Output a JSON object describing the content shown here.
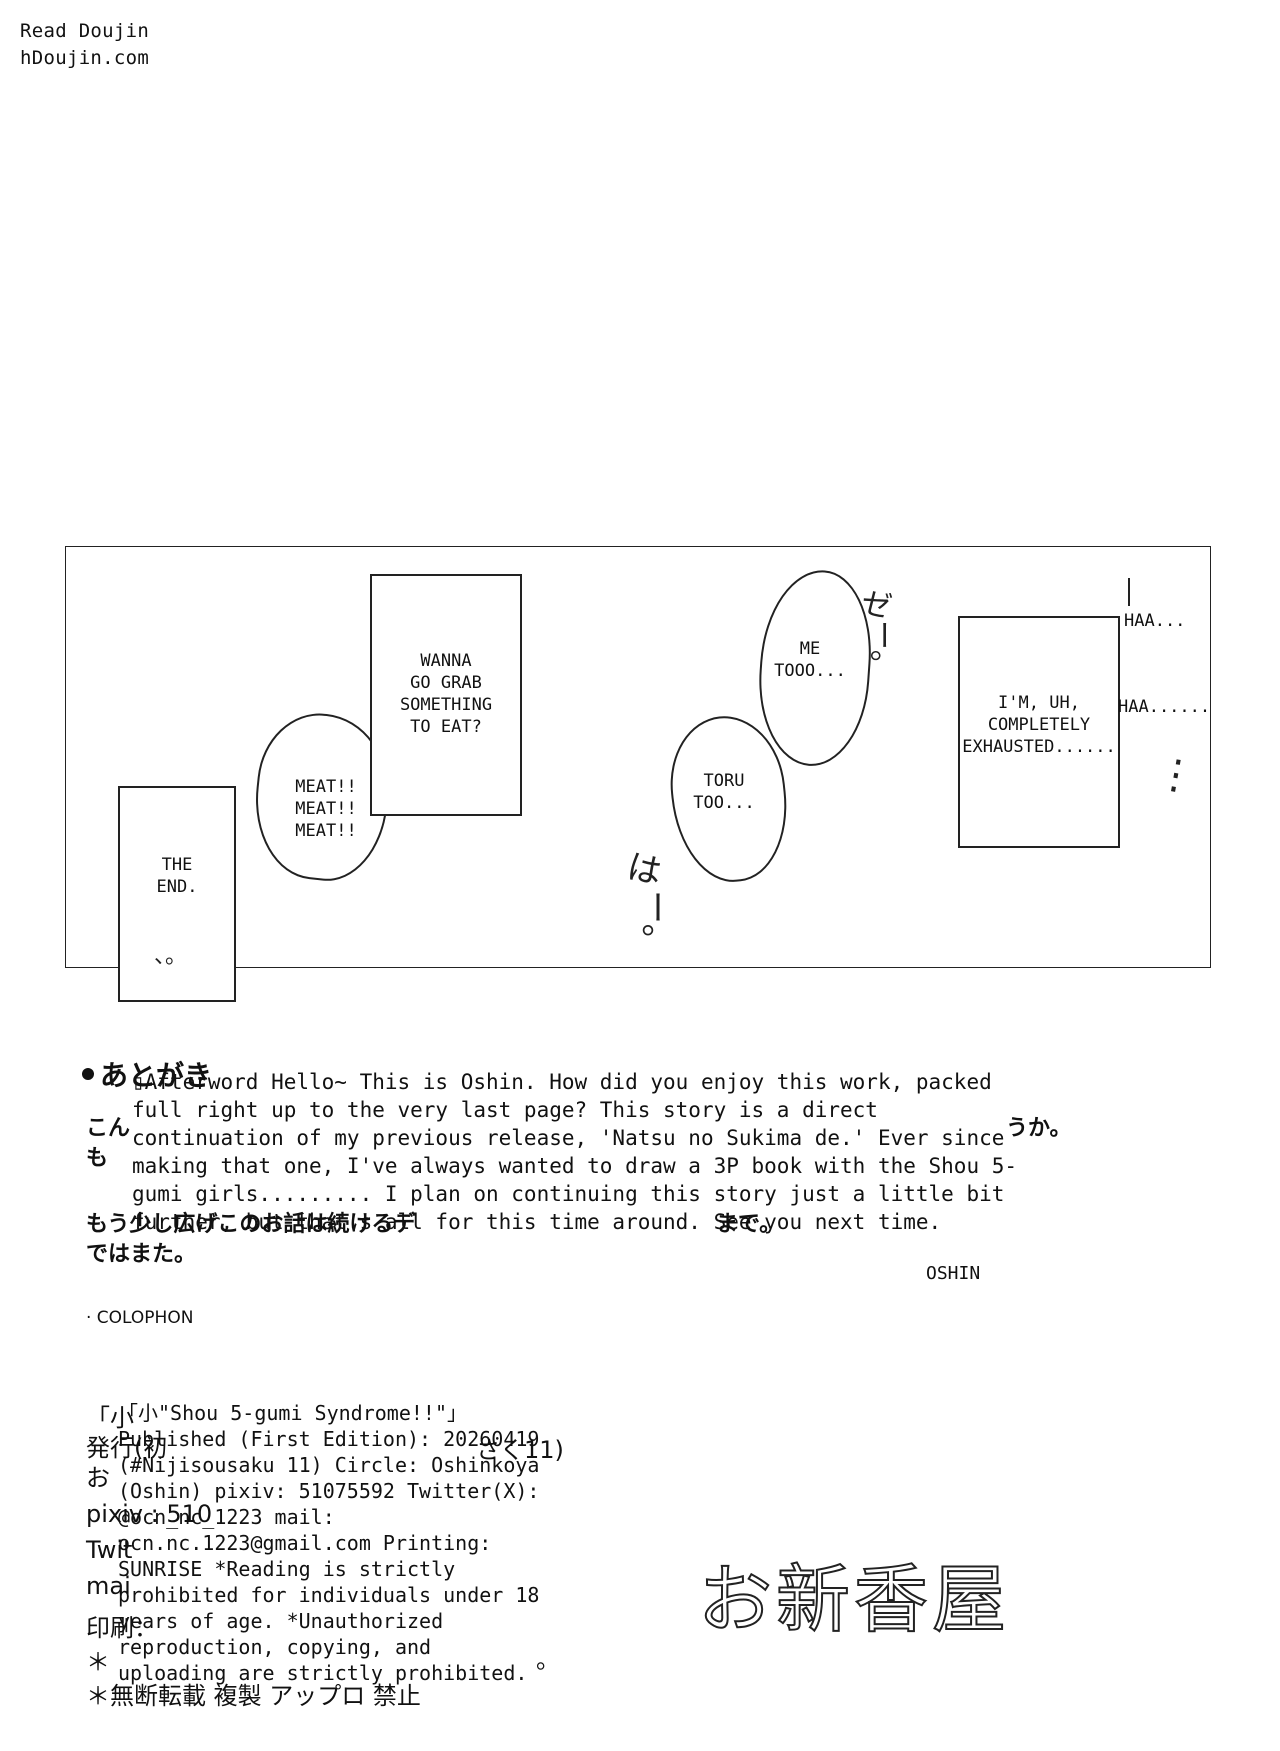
{
  "watermark": {
    "line1": "Read Doujin",
    "line2": "hDoujin.com"
  },
  "panel": {
    "the_end": "THE\nEND.",
    "the_end_sfx": "、。",
    "meat": "MEAT!!\nMEAT!!\nMEAT!!",
    "wanna_eat": "WANNA\nGO GRAB\nSOMETHING\nTO EAT?",
    "toru_too": "TORU\nTOO...",
    "sfx_ha": "は",
    "sfx_dash": "ー。",
    "me_too": "ME\nTOOO...",
    "sfx_ze": "ゼ",
    "sfx_ze_dash": "ー。",
    "exhausted": "I'M, UH,\nCOMPLETELY\nEXHAUSTED......",
    "haa1": "HAA...",
    "haa2": "HAA......",
    "sfx_dots": "⋮"
  },
  "afterword": {
    "text": "▯Afterword Hello~ This is Oshin. How did you enjoy this work, packed full right up to the very last page? This story is a direct continuation of my previous release, 'Natsu no Sukima de.' Ever since making that one, I've always wanted to draw a 3P book with the Shou 5-gumi girls......... I plan on continuing this story just a little bit further, but that's all for this time around. See you next time.",
    "jp_fragments": {
      "a": "あとがき",
      "b": "こん",
      "c": "うか。",
      "d": "も",
      "e": "もう少し広げこのお話は続けるデ",
      "f": "まで。",
      "g": "ではまた。"
    },
    "author": "OSHIN"
  },
  "colophon": {
    "heading": "· COLOPHON",
    "text": "「小\"Shou 5-gumi Syndrome!!\"」Published (First Edition): 20260419 (#Nijisousaku 11) Circle: Oshinkoya (Oshin) pixiv: 51075592 Twitter(X): @ocn_nc_1223 mail: ocn.nc.1223@gmail.com Printing: SUNRISE *Reading is strictly prohibited for individuals under 18 years of age. *Unauthorized reproduction, copying, and uploading are strictly prohibited.",
    "jp_left": [
      "「小",
      "発行(初",
      "お",
      "pixiv : 510",
      "Twit",
      "mai",
      "印刷：",
      "＊",
      "＊無断転載 複製 アップロ 禁止"
    ],
    "jp_right": "さく11)",
    "jp_dot": "。",
    "circle_logo": "お新香屋"
  }
}
